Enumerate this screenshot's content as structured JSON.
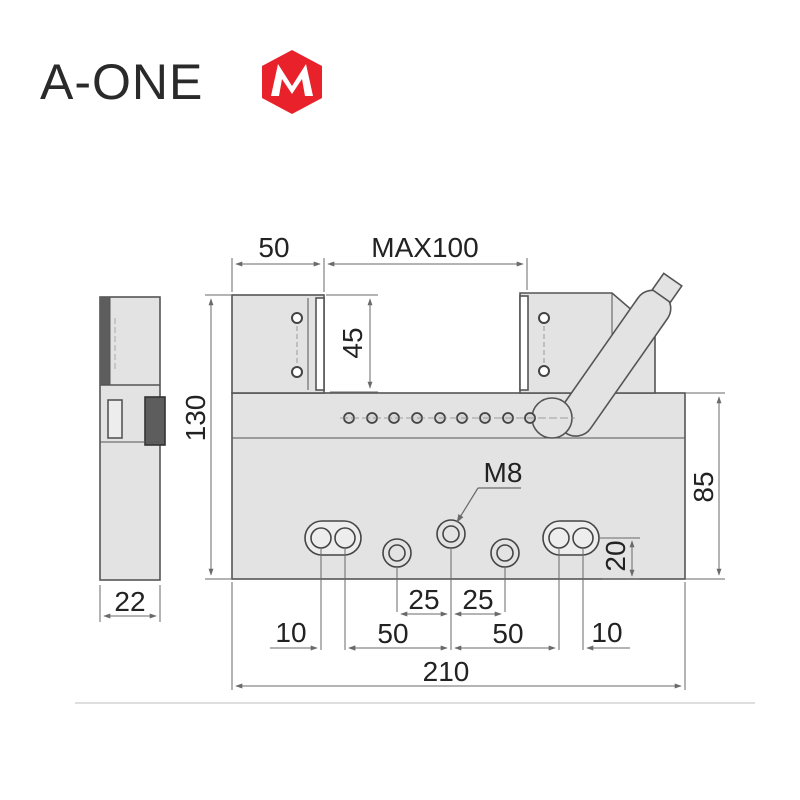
{
  "brand": {
    "name": "A-ONE",
    "mark": "A-ONE logo mark",
    "color": "#e8212b"
  },
  "colors": {
    "body": "#e3e3e3",
    "line": "#555555",
    "dim": "#6a6a6a"
  },
  "dims": {
    "jaw_width": "50",
    "opening": "MAX100",
    "jaw_height": "45",
    "total_height": "130",
    "base_height": "85",
    "thread": "M8",
    "hole_height": "20",
    "side_width": "22",
    "pitch_left": "25",
    "pitch_right": "25",
    "slot_left": "10",
    "spacing_left": "50",
    "spacing_right": "50",
    "slot_right": "10",
    "total_length": "210"
  }
}
